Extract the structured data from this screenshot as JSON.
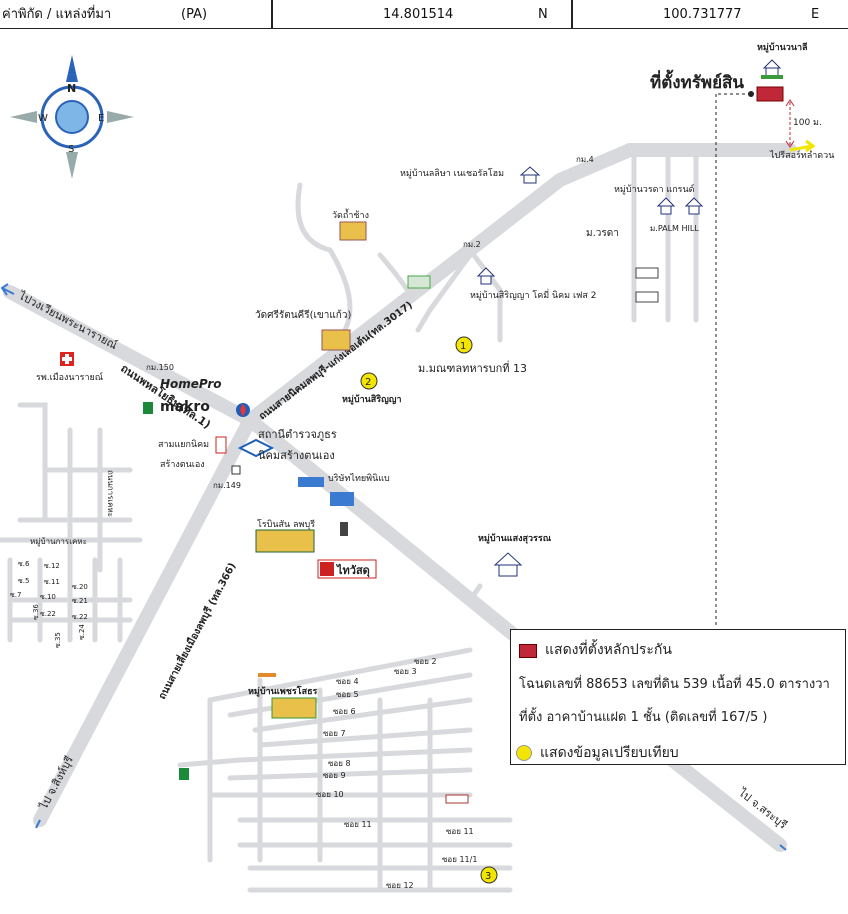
{
  "header": {
    "label": "ค่าพิกัด / แหล่งที่มา",
    "source": "(PA)",
    "latitude": "14.801514",
    "lat_suffix": "N",
    "longitude": "100.731777",
    "lon_suffix": "E"
  },
  "compass": {
    "n": "N",
    "s": "S",
    "e": "E",
    "w": "W"
  },
  "target": {
    "title": "ที่ตั้งทรัพย์สิน",
    "village": "หมู่บ้านวนาลี",
    "distance": "100 ม."
  },
  "roads": {
    "to_lamduan": "ไปรีสอร์ทลำดวน",
    "to_wongwian": "ไปวงเวียนพระนารายณ์",
    "phahonyothin": "ถนนพหลโยธิน(ทล.1)",
    "lopburi_singburi": "ถนนสายเลี่ยงเมืองลพบุรี (ทล.366)",
    "to_singburi": "ไป จ.สิงห์บุรี",
    "to_saraburi": "ไป จ.สระบุรี",
    "road3017": "ถนนสายนิคมลพบุรี-แก่งเสือเต้น(ทล.3017)"
  },
  "places": {
    "km4": "กม.4",
    "km2": "กม.2",
    "km150": "กม.150",
    "km149": "กม.149",
    "lalisa": "หมู่บ้านลลิษา เนเชอรัลโฮม",
    "warada_grand": "หมู่บ้านวรดา แกรนด์",
    "warada": "ม.วรดา",
    "palm_hill": "ม.PALM HILL",
    "wat_tham_chang": "วัดถ้ำช้าง",
    "wat_sirattana": "วัดศรีรัตนคีรี(เขาแก้ว)",
    "sirinya2": "หมู่บ้านสิริญญา โคมี่ นิคม เฟส 2",
    "monthon": "ม.มณฑลทหารบกที่ 13",
    "sirinya": "หมู่บ้านสิริญญา",
    "hospital": "รพ.เมืองนารายณ์",
    "homepro": "HomePro",
    "makro": "makro",
    "police": "สถานีตำรวจภูธร",
    "police2": "นิคมสร้างตนเอง",
    "intersection": "สามแยกนิคม",
    "intersection2": "สร้างตนเอง",
    "company": "บริษัทไทยพินิแบ",
    "robinson": "โรบินสัน ลพบุรี",
    "thaiwatsadu": "ไทวัสดุ",
    "saengsuwan": "หมู่บ้านแสงสุวรรณ",
    "kankheha": "หมู่บ้านการเคหะ",
    "road_kheha": "ถนนการเคหะ",
    "phetsarot": "หมู่บ้านเพชรโสธร",
    "markers": [
      "1",
      "2",
      "3"
    ],
    "kheha_streets": [
      "ซ.6",
      "ซ.12",
      "ซ.5",
      "ซ.11",
      "ซ.20",
      "ซ.7",
      "ซ.10",
      "ซ.21",
      "ซ.22",
      "ซ.22",
      "ซ.36",
      "ซ.35",
      "ซ.24"
    ],
    "sois": [
      "ซอย 2",
      "ซอย 3",
      "ซอย 4",
      "ซอย 5",
      "ซอย 6",
      "ซอย 7",
      "ซอย 8",
      "ซอย 9",
      "ซอย 10",
      "ซอย 11",
      "ซอย 11",
      "ซอย 11/1",
      "ซอย 12"
    ]
  },
  "legend": {
    "collateral_title": "แสดงที่ตั้งหลักประกัน",
    "deed_line": "โฉนดเลขที่ 88653 เลขที่ดิน 539  เนื้อที่ 45.0 ตารางวา",
    "location_line": "ที่ตั้ง อาคาบ้านแฝด 1 ชั้น (ติดเลขที่ 167/5 )",
    "comparison_title": "แสดงข้อมูลเปรียบเทียบ"
  },
  "colors": {
    "road": "#d7d9dc",
    "target": "#c0283a",
    "marker": "#f2e500",
    "compass_blue": "#2a63b8",
    "arrow_yellow": "#f2e500"
  }
}
